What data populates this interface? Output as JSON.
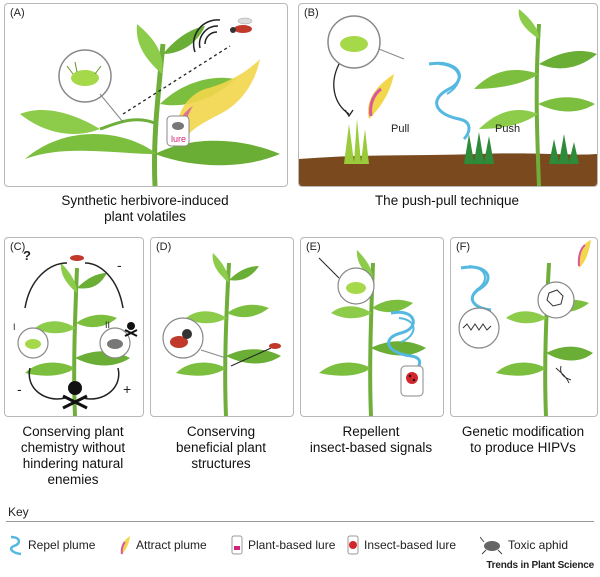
{
  "panels": {
    "a": {
      "label": "(A)",
      "caption1": "Synthetic herbivore-induced",
      "caption2": "plant volatiles",
      "lure": "lure"
    },
    "b": {
      "label": "(B)",
      "caption": "The push-pull technique",
      "pull": "Pull",
      "push": "Push"
    },
    "c": {
      "label": "(C)",
      "caption1": "Conserving plant",
      "caption2": "chemistry without",
      "caption3": "hindering natural",
      "caption4": "enemies",
      "q": "?",
      "minus_top": "-",
      "i": "I",
      "ii": "II",
      "minus_bottom": "-",
      "plus": "+"
    },
    "d": {
      "label": "(D)",
      "caption1": "Conserving",
      "caption2": "beneficial plant",
      "caption3": "structures"
    },
    "e": {
      "label": "(E)",
      "caption1": "Repellent",
      "caption2": "insect-based signals"
    },
    "f": {
      "label": "(F)",
      "caption1": "Genetic modification",
      "caption2": "to produce HIPVs"
    }
  },
  "key": {
    "title": "Key",
    "items": [
      "Repel plume",
      "Attract plume",
      "Plant-based lure",
      "Insect-based lure",
      "Toxic aphid"
    ]
  },
  "brand": "Trends in Plant Science",
  "colors": {
    "leaf": "#7cbf3f",
    "leaf_dark": "#4e9a2a",
    "stem": "#6fae3a",
    "soil": "#7a4a1e",
    "repel": "#55b8e0",
    "attract_yellow": "#f2d64b",
    "attract_pink": "#d9579b",
    "lure_pink": "#d1237a",
    "ladybird": "#d3262b"
  }
}
